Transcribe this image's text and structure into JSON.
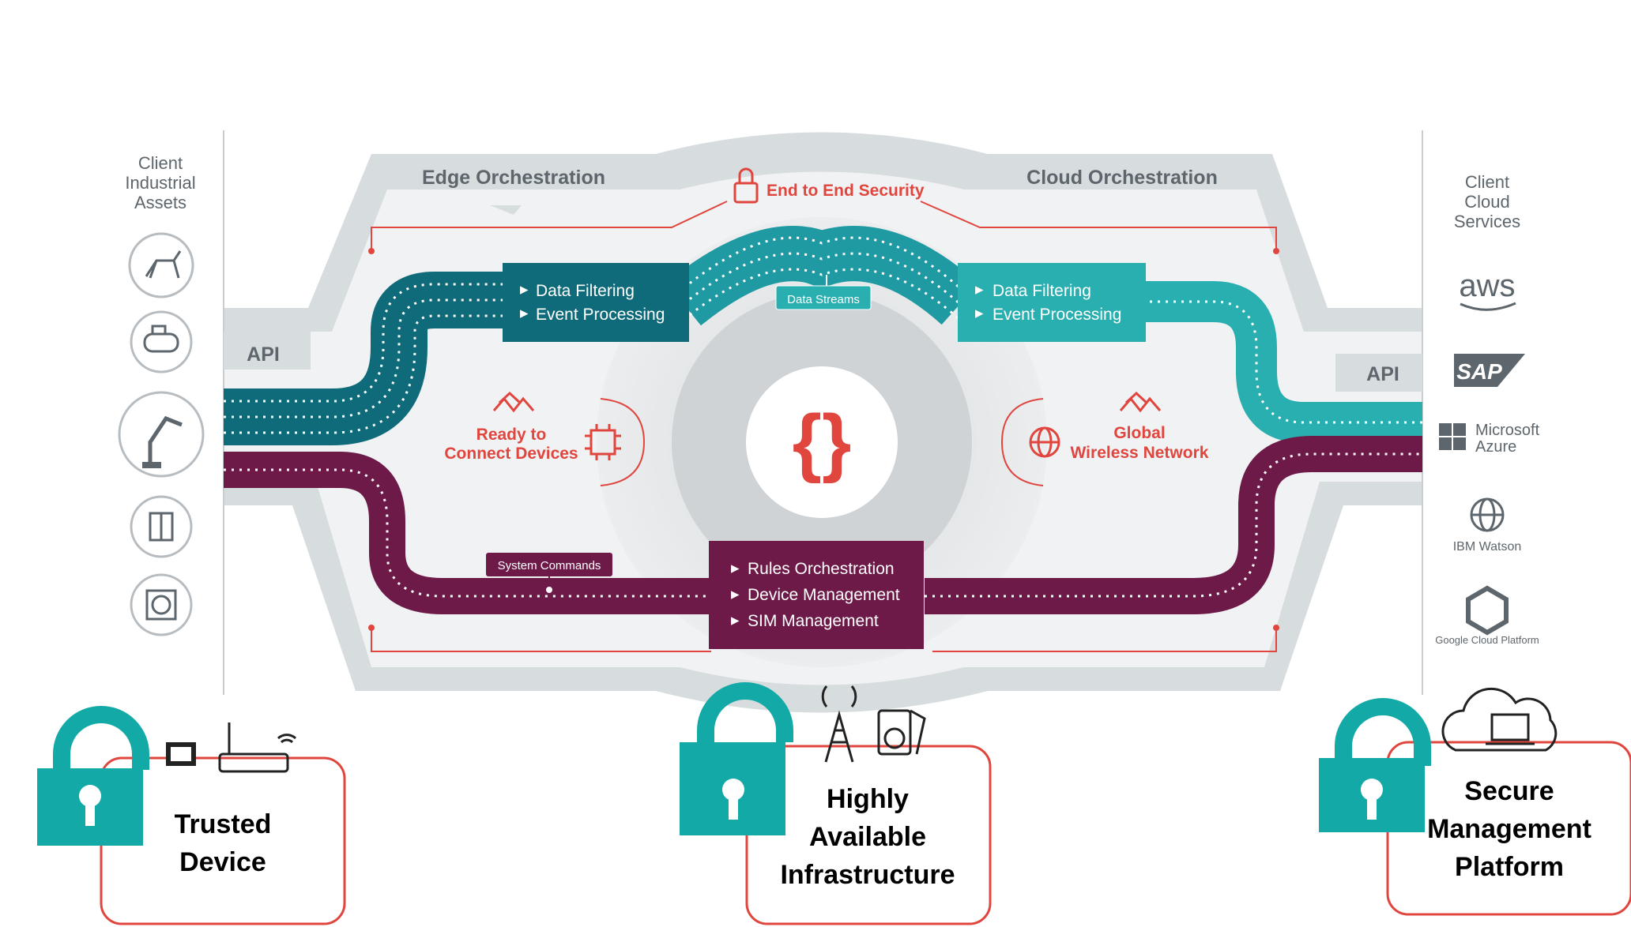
{
  "left_panel": {
    "title_lines": [
      "Client",
      "Industrial",
      "Assets"
    ],
    "api": "API",
    "asset_icons": [
      "robot-dog-icon",
      "air-compressor-icon",
      "robotic-arm-icon",
      "elevator-icon",
      "hvac-fan-icon"
    ]
  },
  "right_panel": {
    "title_lines": [
      "Client",
      "Cloud",
      "Services"
    ],
    "api": "API",
    "services": {
      "aws": "aws",
      "sap": "SAP",
      "azure": [
        "Microsoft",
        "Azure"
      ],
      "ibm": "IBM Watson",
      "google": "Google Cloud Platform"
    }
  },
  "center": {
    "edge_orchestration": "Edge Orchestration",
    "cloud_orchestration": "Cloud  Orchestration",
    "security": "End to End Security",
    "edge_box": [
      "Data Filtering",
      "Event Processing"
    ],
    "cloud_box": [
      "Data Filtering",
      "Event Processing"
    ],
    "data_streams": "Data Streams",
    "system_commands": "System Commands",
    "ready_lines": [
      "Ready to",
      "Connect Devices"
    ],
    "global_lines": [
      "Global",
      "Wireless Network"
    ],
    "management_box": [
      "Rules Orchestration",
      "Device Management",
      "SIM Management"
    ],
    "logo_glyph": "{}"
  },
  "callouts": {
    "trusted": [
      "Trusted",
      "Device"
    ],
    "infra": [
      "Highly",
      "Available",
      "Infrastructure"
    ],
    "platform": [
      "Secure",
      "Management",
      "Platform"
    ]
  },
  "colors": {
    "teal_dark": "#0f6b7a",
    "teal_light": "#2aafb0",
    "plum": "#6d1a48",
    "red": "#e0453e",
    "lock": "#13a9a6",
    "panel": "#dfe3e5"
  }
}
